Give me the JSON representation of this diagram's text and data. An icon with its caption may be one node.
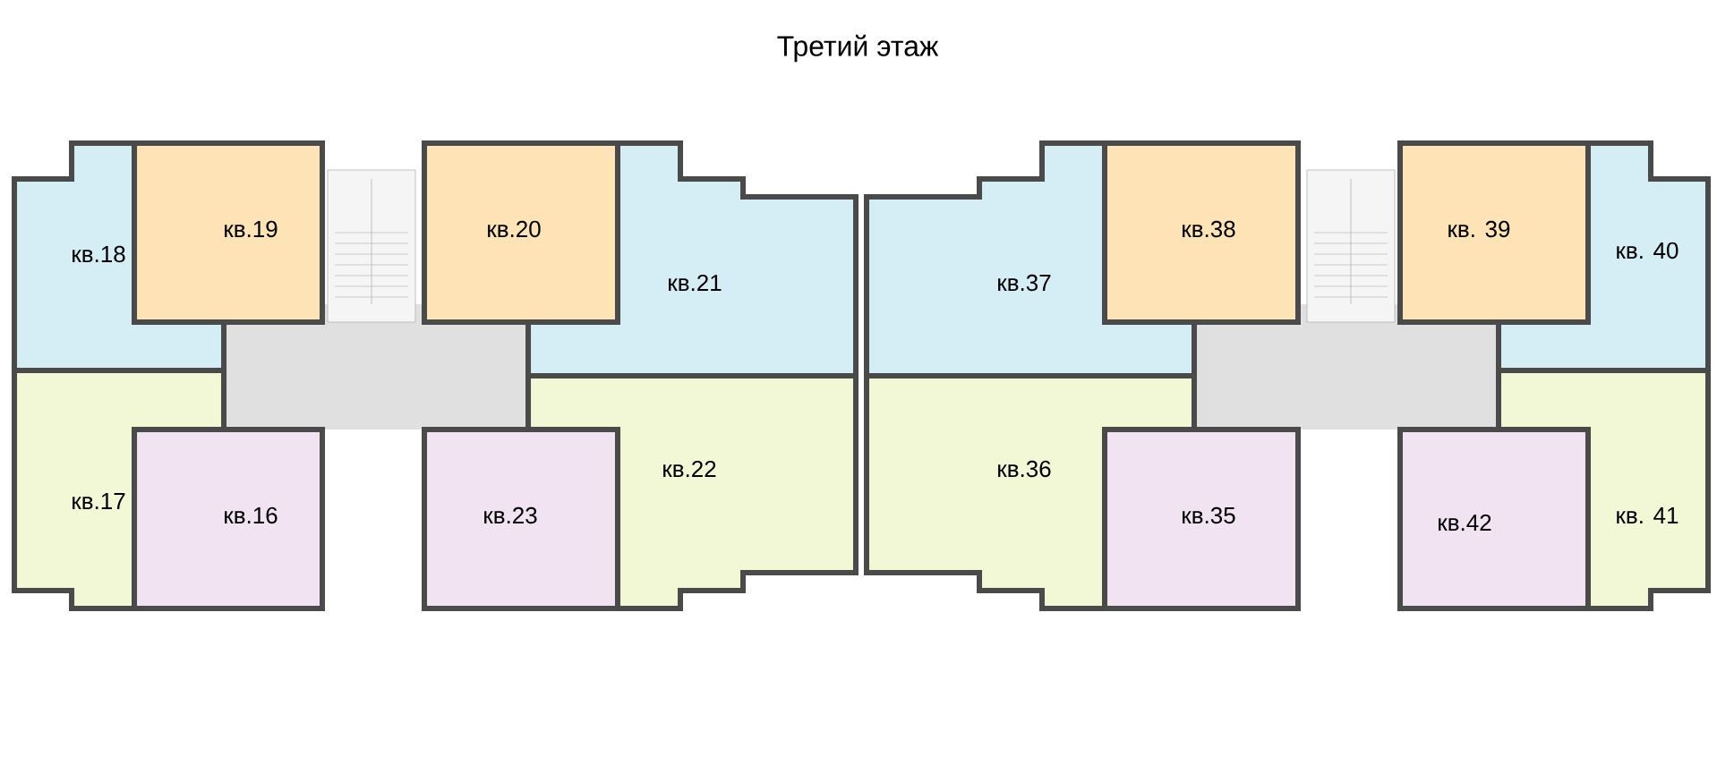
{
  "diagram": {
    "title": "Третий этаж",
    "nodes": [
      {
        "text": [
          "кв.18"
        ]
      },
      {
        "text": [
          "кв.19"
        ]
      },
      {
        "text": [
          "кв.20"
        ]
      },
      {
        "text": [
          "кв.21"
        ]
      },
      {
        "text": [
          "кв.37"
        ]
      },
      {
        "text": [
          "кв.38"
        ]
      },
      {
        "text": [
          "кв. 39"
        ]
      },
      {
        "text": [
          "кв. 40"
        ]
      },
      {
        "text": [
          "кв.17"
        ]
      },
      {
        "text": [
          "кв.16"
        ]
      },
      {
        "text": [
          "кв.23"
        ]
      },
      {
        "text": [
          "кв.22"
        ]
      },
      {
        "text": [
          "кв.36"
        ]
      },
      {
        "text": [
          "кв.35"
        ]
      },
      {
        "text": [
          "кв.42"
        ]
      },
      {
        "text": [
          "кв. 41"
        ]
      }
    ]
  }
}
